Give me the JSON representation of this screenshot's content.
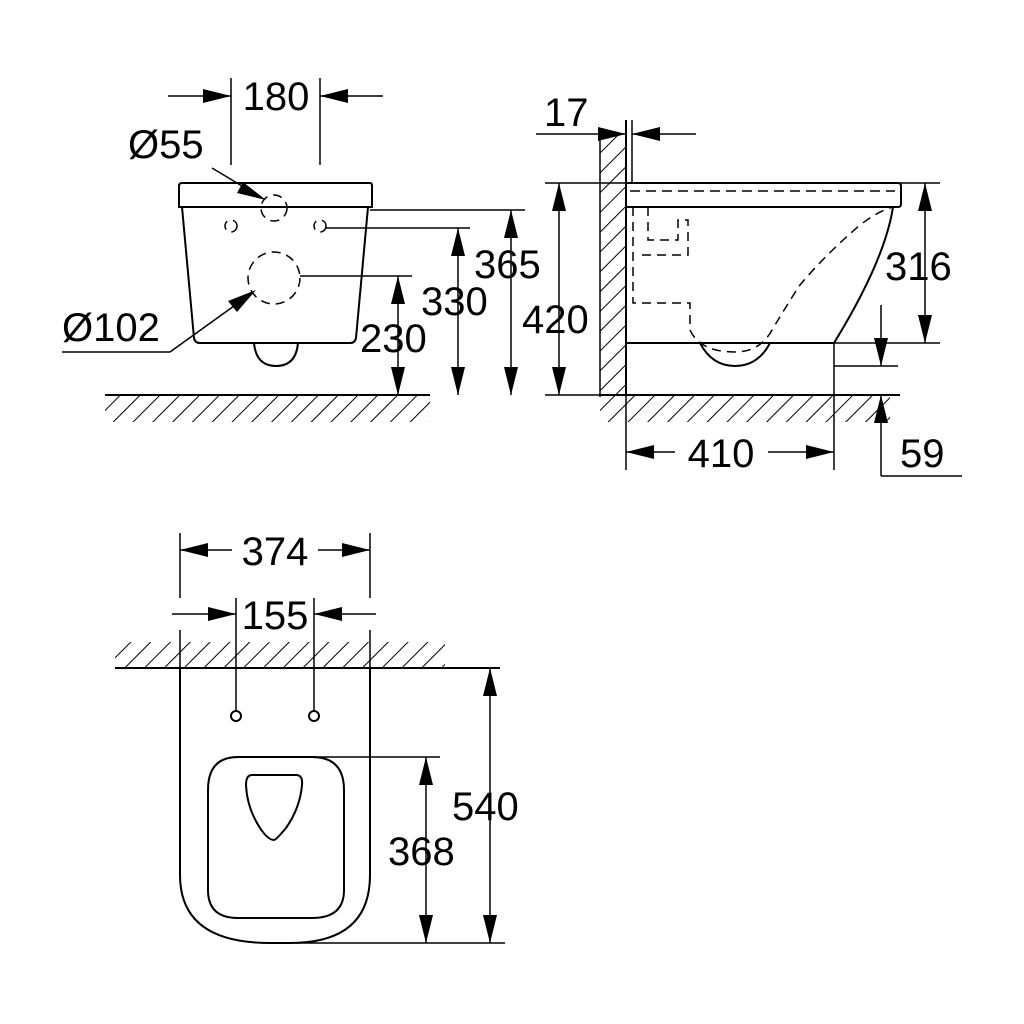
{
  "front_view": {
    "d_180": "180",
    "d_55": "Ø55",
    "d_102": "Ø102",
    "d_365": "365",
    "d_330": "330",
    "d_230": "230"
  },
  "side_view": {
    "d_17": "17",
    "d_420": "420",
    "d_316": "316",
    "d_410": "410",
    "d_59": "59"
  },
  "top_view": {
    "d_374": "374",
    "d_155": "155",
    "d_540": "540",
    "d_368": "368"
  }
}
